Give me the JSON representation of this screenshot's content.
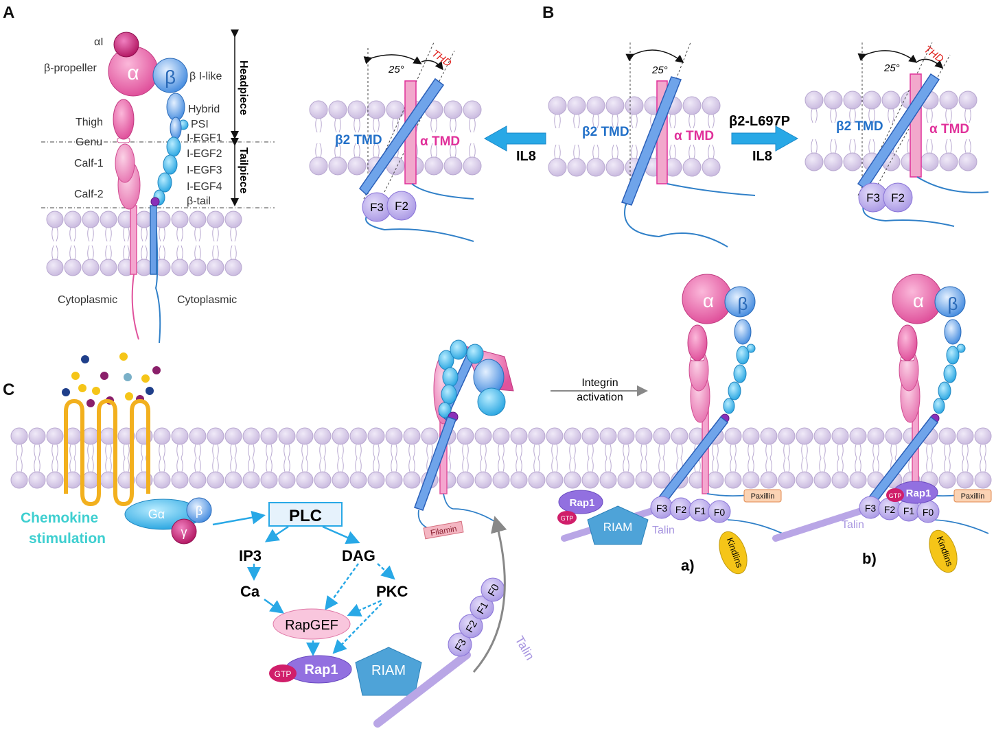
{
  "panels": {
    "a": "A",
    "b": "B",
    "c": "C"
  },
  "colors": {
    "alpha": "#e0529c",
    "alpha_light": "#f29ac8",
    "beta": "#4a8fe0",
    "beta_light": "#5fc8f0",
    "membrane": "#d8cce8",
    "talin": "#b9a6e6",
    "arrow": "#28a8e6",
    "chemokine_text": "#3ecfd0",
    "thd": "#e0201c",
    "tmd_beta": "#2270c8",
    "tmd_alpha": "#e0309a"
  },
  "panel_a": {
    "alpha_subunit": "α",
    "beta_subunit": "β",
    "labels_left": {
      "ai": "αI",
      "beta_propeller": "β-propeller",
      "thigh": "Thigh",
      "genu": "Genu",
      "calf1": "Calf-1",
      "calf2": "Calf-2"
    },
    "labels_right": {
      "beta_i_like": "β I-like",
      "hybrid": "Hybrid",
      "psi": "PSI",
      "iegf1": "I-EGF1",
      "iegf2": "I-EGF2",
      "iegf3": "I-EGF3",
      "iegf4": "I-EGF4",
      "beta_tail": "β-tail"
    },
    "headpiece": "Headpiece",
    "tailpiece": "Tailpiece",
    "cytoplasmic_left": "Cytoplasmic",
    "cytoplasmic_right": "Cytoplasmic"
  },
  "panel_b": {
    "thd": "THD",
    "angle": "25°",
    "beta2_tmd": "β2 TMD",
    "alpha_tmd": "α TMD",
    "il8_left": "IL8",
    "mutation": "β2-L697P",
    "il8_right": "IL8",
    "f3": "F3",
    "f2": "F2"
  },
  "panel_c": {
    "chemokine": "Chemokine",
    "stimulation": "stimulation",
    "g_alpha": "Gα",
    "g_beta": "β",
    "g_gamma": "γ",
    "plc": "PLC",
    "ip3": "IP3",
    "dag": "DAG",
    "ca": "Ca",
    "pkc": "PKC",
    "rapgef": "RapGEF",
    "gtp": "GTP",
    "rap1": "Rap1",
    "riam": "RIAM",
    "filamin": "Filamin",
    "talin": "Talin",
    "f3": "F3",
    "f2": "F2",
    "f1": "F1",
    "f0": "F0",
    "integrin_activation_1": "Integrin",
    "integrin_activation_2": "activation",
    "paxillin": "Paxillin",
    "kindlins": "Kindlins",
    "sub_a": "a)",
    "sub_b": "b)",
    "alpha": "α",
    "beta": "β"
  }
}
